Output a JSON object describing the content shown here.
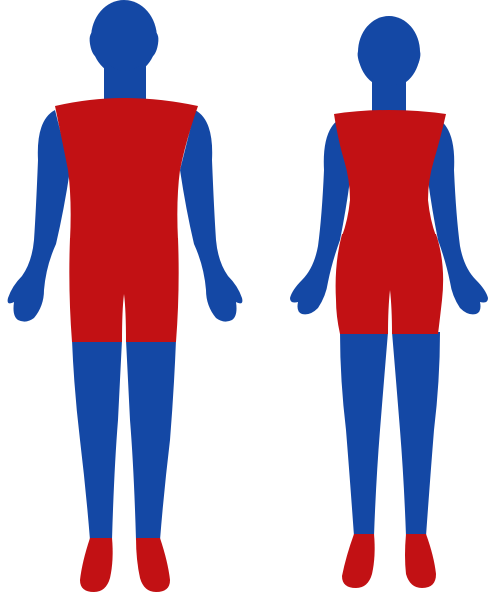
{
  "colors": {
    "background": "#ffffff",
    "uncovered": "#1448a5",
    "covered": "#c21114"
  },
  "figures": [
    {
      "id": "male",
      "regions": [
        {
          "name": "head-neck",
          "status": "uncovered"
        },
        {
          "name": "arms-hands",
          "status": "uncovered"
        },
        {
          "name": "torso",
          "status": "covered"
        },
        {
          "name": "upper-legs",
          "status": "covered"
        },
        {
          "name": "lower-legs",
          "status": "uncovered"
        },
        {
          "name": "feet",
          "status": "covered"
        }
      ]
    },
    {
      "id": "female",
      "regions": [
        {
          "name": "head-neck",
          "status": "uncovered"
        },
        {
          "name": "arms-hands",
          "status": "uncovered"
        },
        {
          "name": "torso",
          "status": "covered"
        },
        {
          "name": "upper-legs",
          "status": "covered"
        },
        {
          "name": "lower-legs",
          "status": "uncovered"
        },
        {
          "name": "feet",
          "status": "covered"
        }
      ]
    }
  ]
}
